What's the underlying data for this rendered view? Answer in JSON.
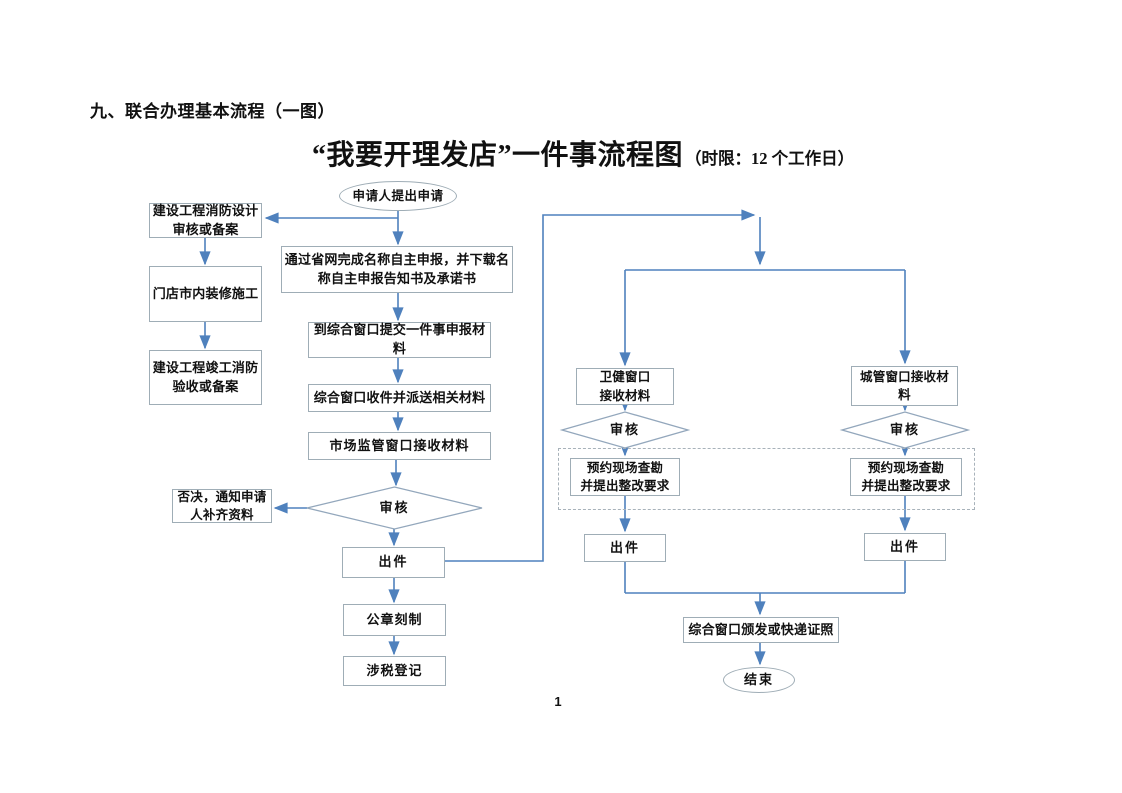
{
  "titles": {
    "section": "九、联合办理基本流程（一图）",
    "main": "“我要开理发店”一件事流程图",
    "time_limit": "（时限：12 个工作日）"
  },
  "page_number": "1",
  "nodes": {
    "start": "申请人提出申请",
    "fire_design": "建设工程消防设计\n审核或备案",
    "interior_work": "门店市内装修施工",
    "fire_acceptance": "建设工程竣工消防\n验收或备案",
    "online_declare": "通过省网完成名称自主申报，并下载名\n称自主申报告知书及承诺书",
    "submit_materials": "到综合窗口提交一件事申报材\n料",
    "window_dispatch": "综合窗口收件并派送相关材料",
    "market_receive": "市场监管窗口接收材料",
    "audit_main": "审核",
    "reject_notice": "否决，通知申请\n人补齐资料",
    "issue_main": "出件",
    "seal_carving": "公章刻制",
    "tax_register": "涉税登记",
    "health_receive": "卫健窗口\n接收材料",
    "health_audit": "审核",
    "health_survey": "预约现场查勘\n并提出整改要求",
    "health_issue": "出件",
    "urban_receive": "城管窗口接收材\n料",
    "urban_audit": "审核",
    "urban_survey": "预约现场查勘\n并提出整改要求",
    "urban_issue": "出件",
    "license_issue": "综合窗口颁发或快递证照",
    "end": "结束"
  },
  "colors": {
    "connector": "#4f81bd",
    "box_border": "#9fadb6",
    "diamond_border": "#93a7bc",
    "dashed_border": "#a8b2ba",
    "text": "#111111"
  }
}
